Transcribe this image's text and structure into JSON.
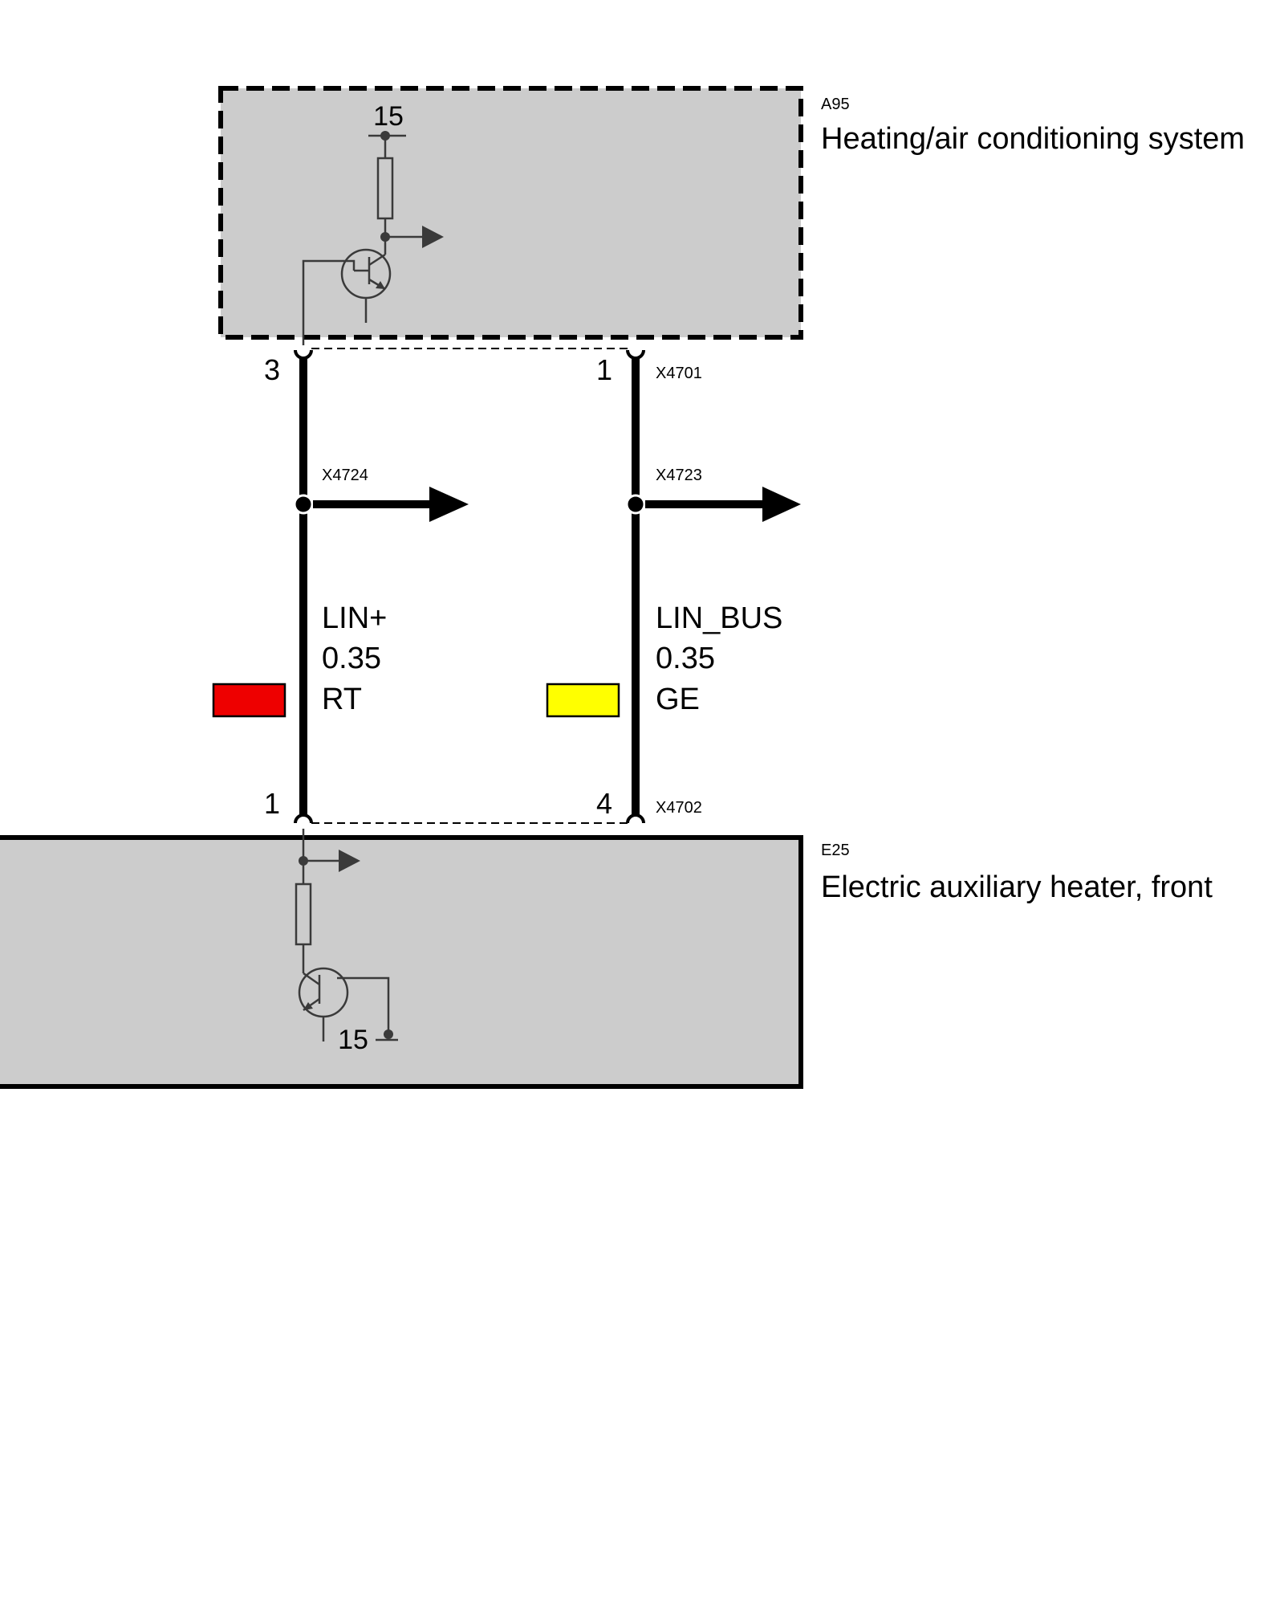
{
  "components": {
    "upper": {
      "id": "A95",
      "name": "Heating/air conditioning system",
      "terminal": "15"
    },
    "lower": {
      "id": "E25",
      "name": "Electric auxiliary heater, front",
      "terminal": "15"
    }
  },
  "connectors": {
    "top": "X4701",
    "bottom": "X4702",
    "splice_left": "X4724",
    "splice_right": "X4723"
  },
  "wires": [
    {
      "signal": "LIN+",
      "gauge": "0.35",
      "color_code": "RT",
      "color": "#ee0000",
      "pin_top": "3",
      "pin_bottom": "1"
    },
    {
      "signal": "LIN_BUS",
      "gauge": "0.35",
      "color_code": "GE",
      "color": "#ffff00",
      "pin_top": "1",
      "pin_bottom": "4"
    }
  ],
  "colors": {
    "component_fill": "#cccccc",
    "wire": "#000000",
    "symbol": "#3a3a3a"
  }
}
